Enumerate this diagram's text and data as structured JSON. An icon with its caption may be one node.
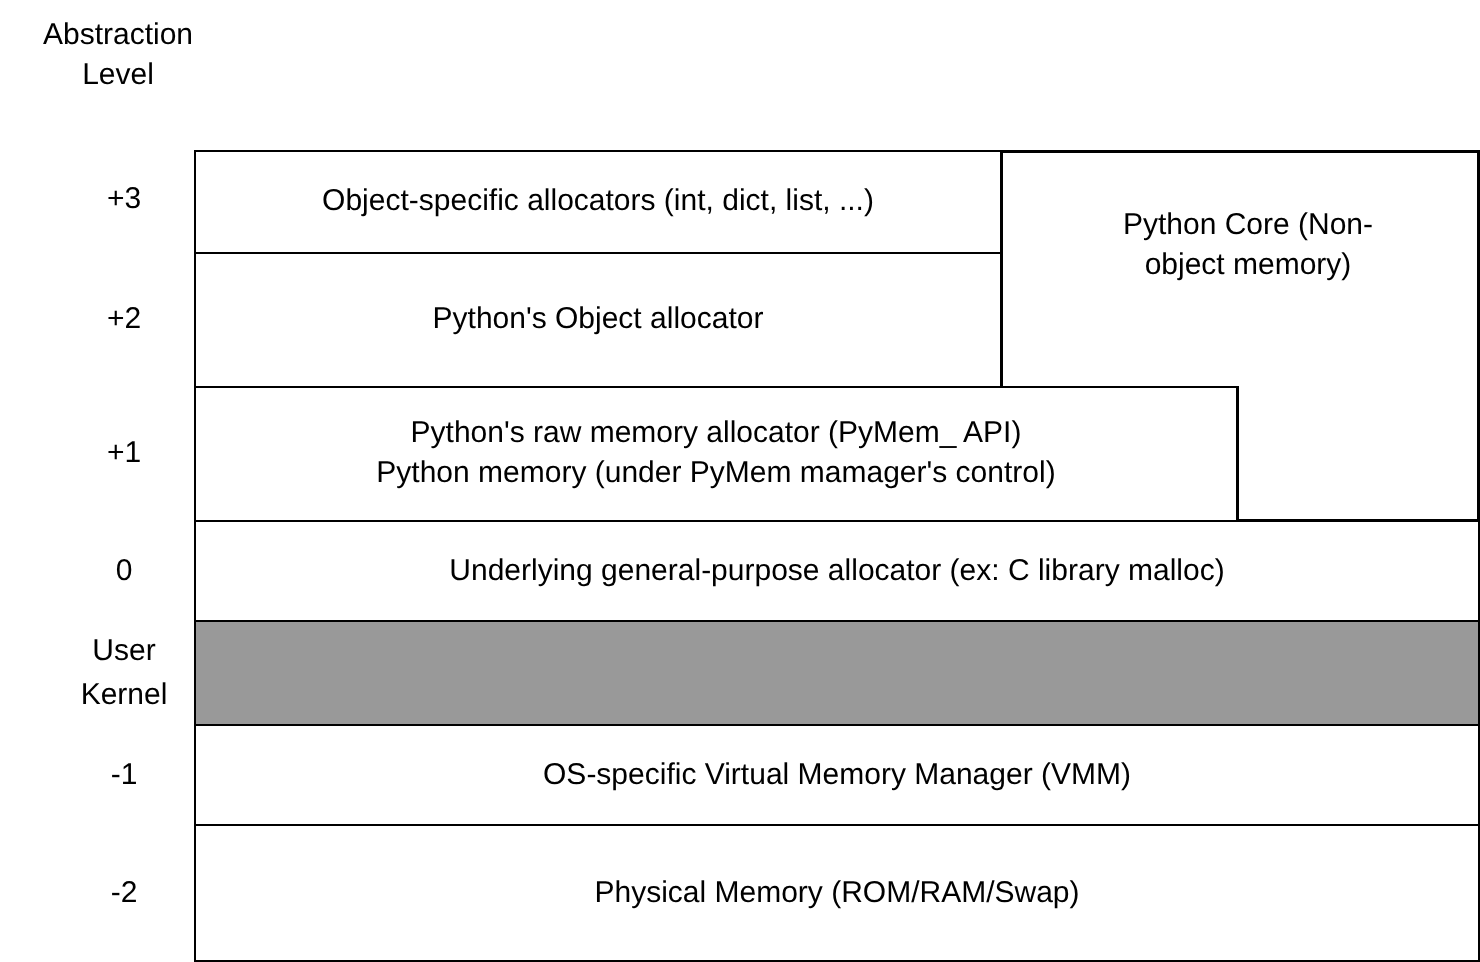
{
  "diagram": {
    "nodes": [
      {
        "text": [
          "Object-specific allocators (int, dict, list, ...)"
        ]
      },
      {
        "text": [
          "Python Core (Non-object memory)"
        ]
      },
      {
        "text": [
          "Python's Object allocator"
        ]
      },
      {
        "text": [
          "Python's raw memory allocator (PyMem_ API)",
          "Python memory (under PyMem mamager's control)"
        ]
      },
      {
        "text": [
          "Underlying general-purpose allocator (ex: C library malloc)"
        ]
      },
      {
        "text": [],
        "shape": "bar"
      },
      {
        "text": [
          "OS-specific Virtual Memory Manager (VMM)"
        ]
      },
      {
        "text": [
          "Physical Memory (ROM/RAM/Swap)"
        ]
      }
    ],
    "labels": [
      "Abstraction Level",
      "+3",
      "+2",
      "+1",
      "0",
      "User",
      "Kernel",
      "-1",
      "-2"
    ]
  }
}
